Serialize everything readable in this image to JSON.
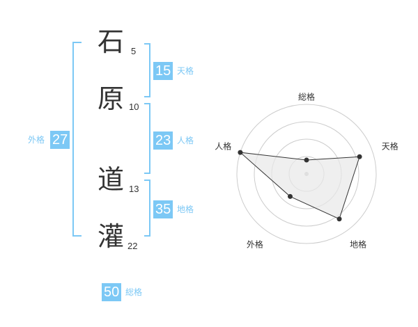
{
  "colors": {
    "accent": "#7cc8f5",
    "text": "#333333",
    "grid": "#cccccc",
    "fill": "#e8e8e8",
    "stroke": "#333333"
  },
  "name_chars": [
    {
      "char": "石",
      "strokes": "5"
    },
    {
      "char": "原",
      "strokes": "10"
    },
    {
      "char": "道",
      "strokes": "13"
    },
    {
      "char": "灌",
      "strokes": "22"
    }
  ],
  "kaku": {
    "tenkaku": {
      "value": "15",
      "label": "天格"
    },
    "jinkaku": {
      "value": "23",
      "label": "人格"
    },
    "chikaku": {
      "value": "35",
      "label": "地格"
    },
    "gaikaku": {
      "value": "27",
      "label": "外格"
    },
    "soukaku": {
      "value": "50",
      "label": "総格"
    }
  },
  "chart_data": {
    "type": "radar",
    "axes": [
      "総格",
      "天格",
      "地格",
      "外格",
      "人格"
    ],
    "values": [
      1,
      4,
      4,
      2,
      5
    ],
    "max": 5,
    "rings": 4
  }
}
